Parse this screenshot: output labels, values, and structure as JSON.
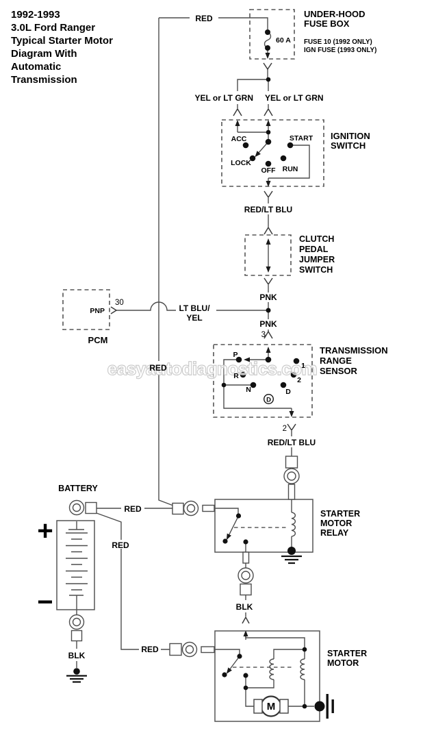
{
  "title_block": [
    "1992-1993",
    "3.0L Ford Ranger",
    "Typical Starter Motor",
    "Diagram With",
    "Automatic",
    "Transmission"
  ],
  "watermark": "easyautodiagnostics.com",
  "colors": {
    "accent_red": "#e8100f",
    "wire": "#4d4d4d",
    "text": "#000000"
  },
  "fuse_box": {
    "title1": "UNDER-HOOD",
    "title2": "FUSE BOX",
    "rating": "60 A",
    "note1": "FUSE 10 (1992 ONLY)",
    "note2": "IGN FUSE (1993 ONLY)"
  },
  "ignition": {
    "title1": "IGNITION",
    "title2": "SWITCH",
    "acc": "ACC",
    "lock": "LOCK",
    "off": "OFF",
    "run": "RUN",
    "start": "START"
  },
  "clutch": {
    "l1": "CLUTCH",
    "l2": "PEDAL",
    "l3": "JUMPER",
    "l4": "SWITCH"
  },
  "pcm": {
    "name": "PCM",
    "pin": "PNP",
    "pin_no": "30"
  },
  "trs": {
    "t1": "TRANSMISSION",
    "t2": "RANGE",
    "t3": "SENSOR",
    "p": "P",
    "r": "R",
    "n": "N",
    "d": "D",
    "one": "1",
    "two": "2",
    "od": "D",
    "pin_in": "3",
    "pin_out": "2"
  },
  "relay": {
    "l1": "STARTER",
    "l2": "MOTOR",
    "l3": "RELAY"
  },
  "starter": {
    "l1": "STARTER",
    "l2": "MOTOR",
    "m": "M"
  },
  "battery": {
    "name": "BATTERY",
    "plus": "+",
    "minus": "−",
    "blk": "BLK"
  },
  "wires": {
    "red_top": "RED",
    "yel_l": "YEL or LT GRN",
    "yel_r": "YEL or LT GRN",
    "redltblu1": "RED/LT BLU",
    "pnk1": "PNK",
    "pnk2": "PNK",
    "ltbluyel1": "LT BLU/",
    "ltbluyel2": "YEL",
    "red_mid": "RED",
    "redltblu2": "RED/LT BLU",
    "red_b1": "RED",
    "red_b2": "RED",
    "red_b3": "RED",
    "blk_relay": "BLK"
  }
}
